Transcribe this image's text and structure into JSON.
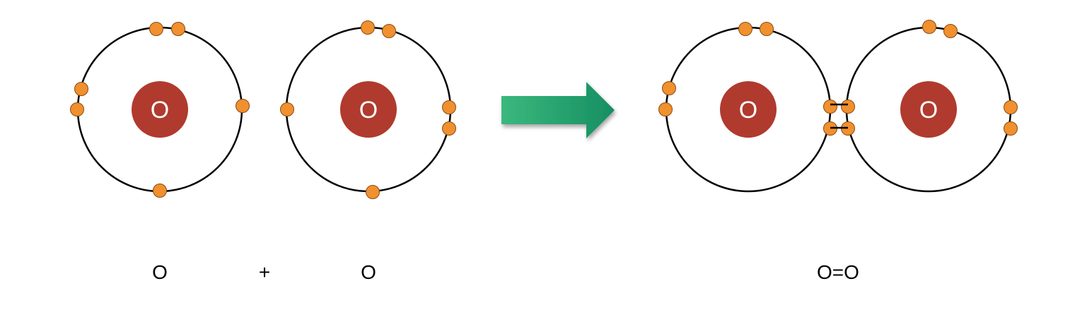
{
  "reactants": {
    "atom_1": {
      "symbol": "O",
      "valence_electrons": 6
    },
    "atom_2": {
      "symbol": "O",
      "valence_electrons": 6
    }
  },
  "product": {
    "atom_1": {
      "symbol": "O",
      "lone_electrons": 4,
      "shared_electrons": 2
    },
    "atom_2": {
      "symbol": "O",
      "lone_electrons": 4,
      "shared_electrons": 2
    },
    "bond_type": "double"
  },
  "equation": {
    "reactant_1": "O",
    "plus": "+",
    "reactant_2": "O",
    "product": "O=O"
  },
  "colors": {
    "nucleus": "#b03a2e",
    "electron": "#f0902e",
    "electron_stroke": "#8a4a10",
    "shell": "#000000",
    "arrow_start": "#3bb87d",
    "arrow_end": "#168f62"
  }
}
